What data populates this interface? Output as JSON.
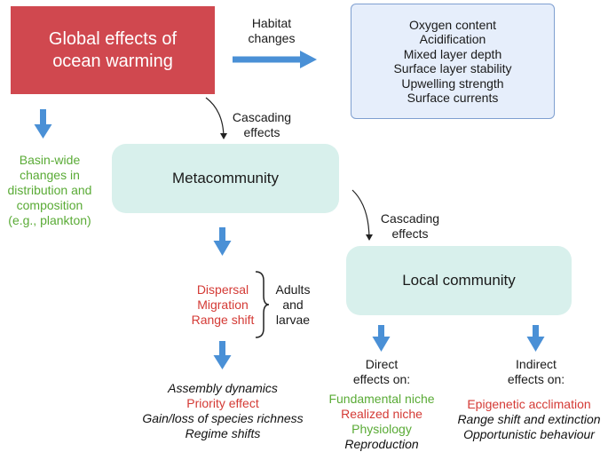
{
  "global_box": {
    "lines": [
      "Global effects of",
      "ocean warming"
    ]
  },
  "habitat_label": {
    "lines": [
      "Habitat",
      "changes"
    ]
  },
  "habitat_box": {
    "items": [
      "Oxygen content",
      "Acidification",
      "Mixed layer depth",
      "Surface layer stability",
      "Upwelling strength",
      "Surface currents"
    ]
  },
  "cascading_1": {
    "lines": [
      "Cascading",
      "effects"
    ]
  },
  "cascading_2": {
    "lines": [
      "Cascading",
      "effects"
    ]
  },
  "basin_text": {
    "lines": [
      "Basin-wide",
      "changes in",
      "distribution and",
      "composition",
      "(e.g., plankton)"
    ]
  },
  "metacommunity": {
    "label": "Metacommunity"
  },
  "local_community": {
    "label": "Local community"
  },
  "dispersal": {
    "items": [
      "Dispersal",
      "Migration",
      "Range shift"
    ]
  },
  "adults_larvae": {
    "lines": [
      "Adults",
      "and",
      "larvae"
    ]
  },
  "meta_outcomes": {
    "items": [
      "Assembly dynamics",
      "Priority effect",
      "Gain/loss of species richness",
      "Regime shifts"
    ]
  },
  "direct": {
    "heading": [
      "Direct",
      "effects on:"
    ],
    "items": [
      "Fundamental niche",
      "Realized niche",
      "Physiology",
      "Reproduction"
    ]
  },
  "indirect": {
    "heading": [
      "Indirect",
      "effects on:"
    ],
    "items": [
      "Epigenetic acclimation",
      "Range shift and extinction",
      "Opportunistic behaviour"
    ]
  },
  "colors": {
    "arrow": "#4a90d6",
    "red_box": "#d0484f",
    "teal_box": "#d8f0ec",
    "blue_box": "#e6eefb",
    "green_text": "#5aab36",
    "red_text": "#d43a35"
  }
}
